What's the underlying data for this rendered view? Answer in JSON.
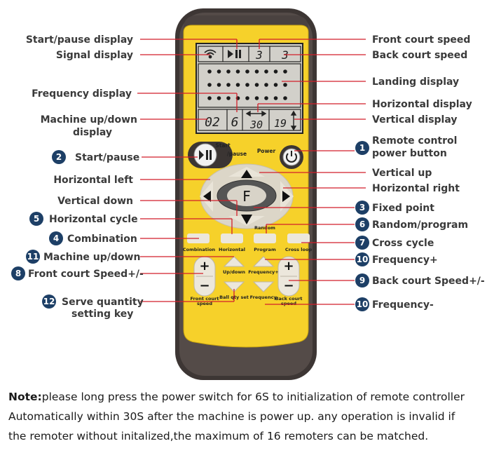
{
  "labels": {
    "start_pause_display": "Start/pause display",
    "signal_display": "Signal display",
    "frequency_display": "Frequency display",
    "machine_updown_display_1": "Machine up/down",
    "machine_updown_display_2": "display",
    "start_pause": "Start/pause",
    "horizontal_left": "Horizontal left",
    "vertical_down": "Vertical down",
    "horizontal_cycle": "Horizontal cycle",
    "combination": "Combination",
    "machine_updown": "Machine up/down",
    "front_court_speed_pm": "Front court Speed+/-",
    "serve_qty_1": "Serve quantity",
    "serve_qty_2": "setting key",
    "front_court_speed": "Front court speed",
    "back_court_speed": "Back court speed",
    "landing_display": "Landing display",
    "horizontal_display": "Horizontal display",
    "vertical_display": "Vertical display",
    "remote_power_1": "Remote control",
    "remote_power_2": "power button",
    "vertical_up": "Vertical up",
    "horizontal_right": "Horizontal right",
    "fixed_point": "Fixed point",
    "random_program": "Random/program",
    "cross_cycle": "Cross  cycle",
    "frequency_plus": "Frequency+",
    "back_court_speed_pm": "Back court Speed+/-",
    "frequency_minus": "Frequency-"
  },
  "badges": {
    "b1": "1",
    "b2": "2",
    "b3": "3",
    "b4": "4",
    "b5": "5",
    "b6": "6",
    "b7": "7",
    "b8": "8",
    "b9": "9",
    "b10a": "10",
    "b10b": "10",
    "b11": "11",
    "b12": "12"
  },
  "remote": {
    "lcd_front_speed": "3",
    "lcd_back_speed": "3",
    "lcd_updown": "02",
    "lcd_frequency": "6",
    "lcd_horizontal": "30",
    "lcd_vertical": "19",
    "start_label_1": "Start",
    "start_label_2": "/pause",
    "power_label": "Power",
    "f_key": "F",
    "random_label": "Random",
    "btn_combination": "Combination",
    "btn_horizontal": "Horizontal",
    "btn_program": "Program",
    "btn_cross_loop": "Cross loop",
    "up_down": "Up/down",
    "frequency_plus": "Frequency+",
    "frequency_minus": "Frequency-",
    "ball_qty_set": "Ball qty set",
    "front_court_1": "Front court",
    "front_court_2": "speed",
    "back_court_1": "Back court",
    "back_court_2": "speed",
    "plus": "+",
    "minus": "−"
  },
  "note": {
    "bold": "Note:",
    "line1": "please long press the power switch for 6S to initialization of remote controller",
    "line2": "Automatically within 30S after the machine is  power up. any operation is invalid if",
    "line3": "the remoter without initalized,the maximum of 16 remoters can be matched."
  },
  "colors": {
    "body": "#4a4240",
    "panel": "#f6d12a",
    "lcd": "#d2d0ca",
    "label_line": "#d21f2a",
    "badge": "#1d3f66"
  }
}
